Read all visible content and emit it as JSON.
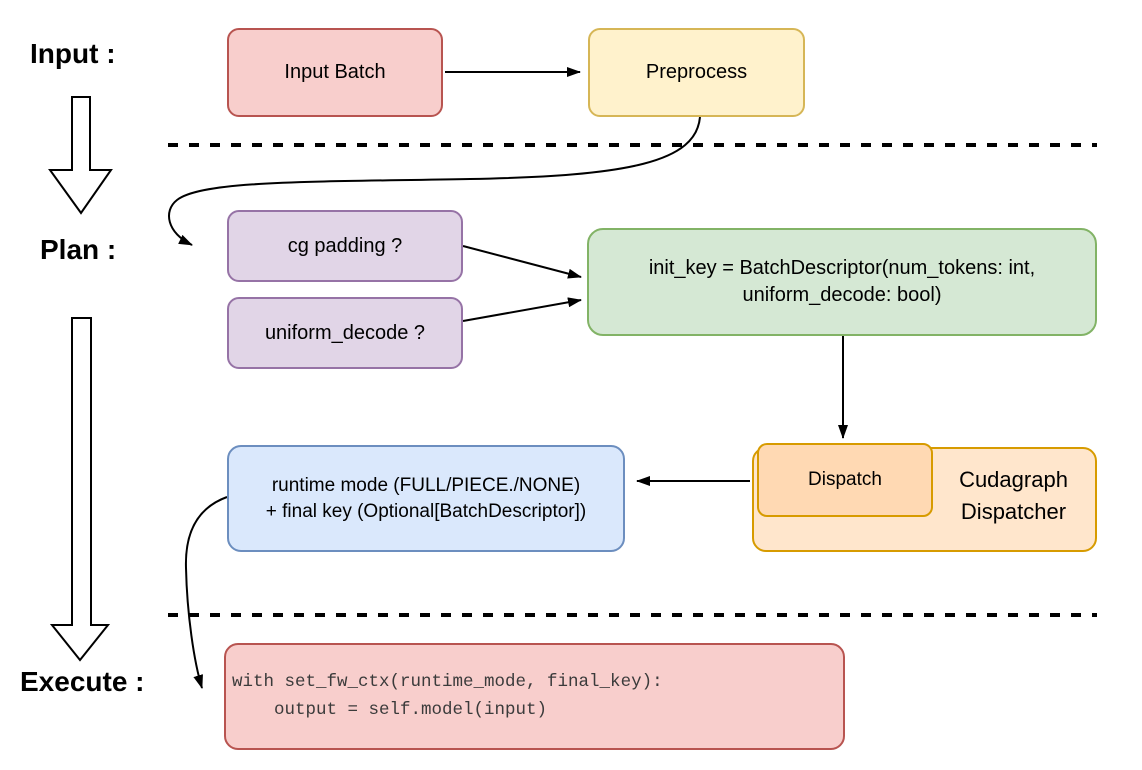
{
  "sections": {
    "input_label": "Input :",
    "plan_label": "Plan :",
    "execute_label": "Execute :"
  },
  "nodes": {
    "input_batch": {
      "label": "Input Batch"
    },
    "preprocess": {
      "label": "Preprocess"
    },
    "cg_padding": {
      "label": "cg padding ?"
    },
    "uniform_decode": {
      "label": "uniform_decode ?"
    },
    "init_key": {
      "line1": "init_key = BatchDescriptor(num_tokens: int,",
      "line2": "uniform_decode: bool)"
    },
    "dispatch": {
      "label": "Dispatch"
    },
    "cudagraph_dispatcher": {
      "line1": "Cudagraph",
      "line2": "Dispatcher"
    },
    "runtime_mode": {
      "line1": "runtime mode (FULL/PIECE./NONE)",
      "line2": "+ final key (Optional[BatchDescriptor])"
    },
    "execute_code": {
      "line1": "with set_fw_ctx(runtime_mode, final_key):",
      "line2": "    output = self.model(input)"
    }
  },
  "colors": {
    "red": {
      "fill": "#f8cecc",
      "stroke": "#b85450"
    },
    "yellow": {
      "fill": "#fff2cc",
      "stroke": "#d6b656"
    },
    "purple": {
      "fill": "#e1d5e7",
      "stroke": "#9673a6"
    },
    "green": {
      "fill": "#d5e8d4",
      "stroke": "#82b366"
    },
    "blue": {
      "fill": "#dae8fc",
      "stroke": "#6c8ebf"
    },
    "orange_light": {
      "fill": "#ffe6cc",
      "stroke": "#d79b00"
    },
    "orange_dark": {
      "fill": "#ffd9b3",
      "stroke": "#d79b00"
    },
    "edge": "#000000",
    "code_text": "#3b3b3b"
  }
}
